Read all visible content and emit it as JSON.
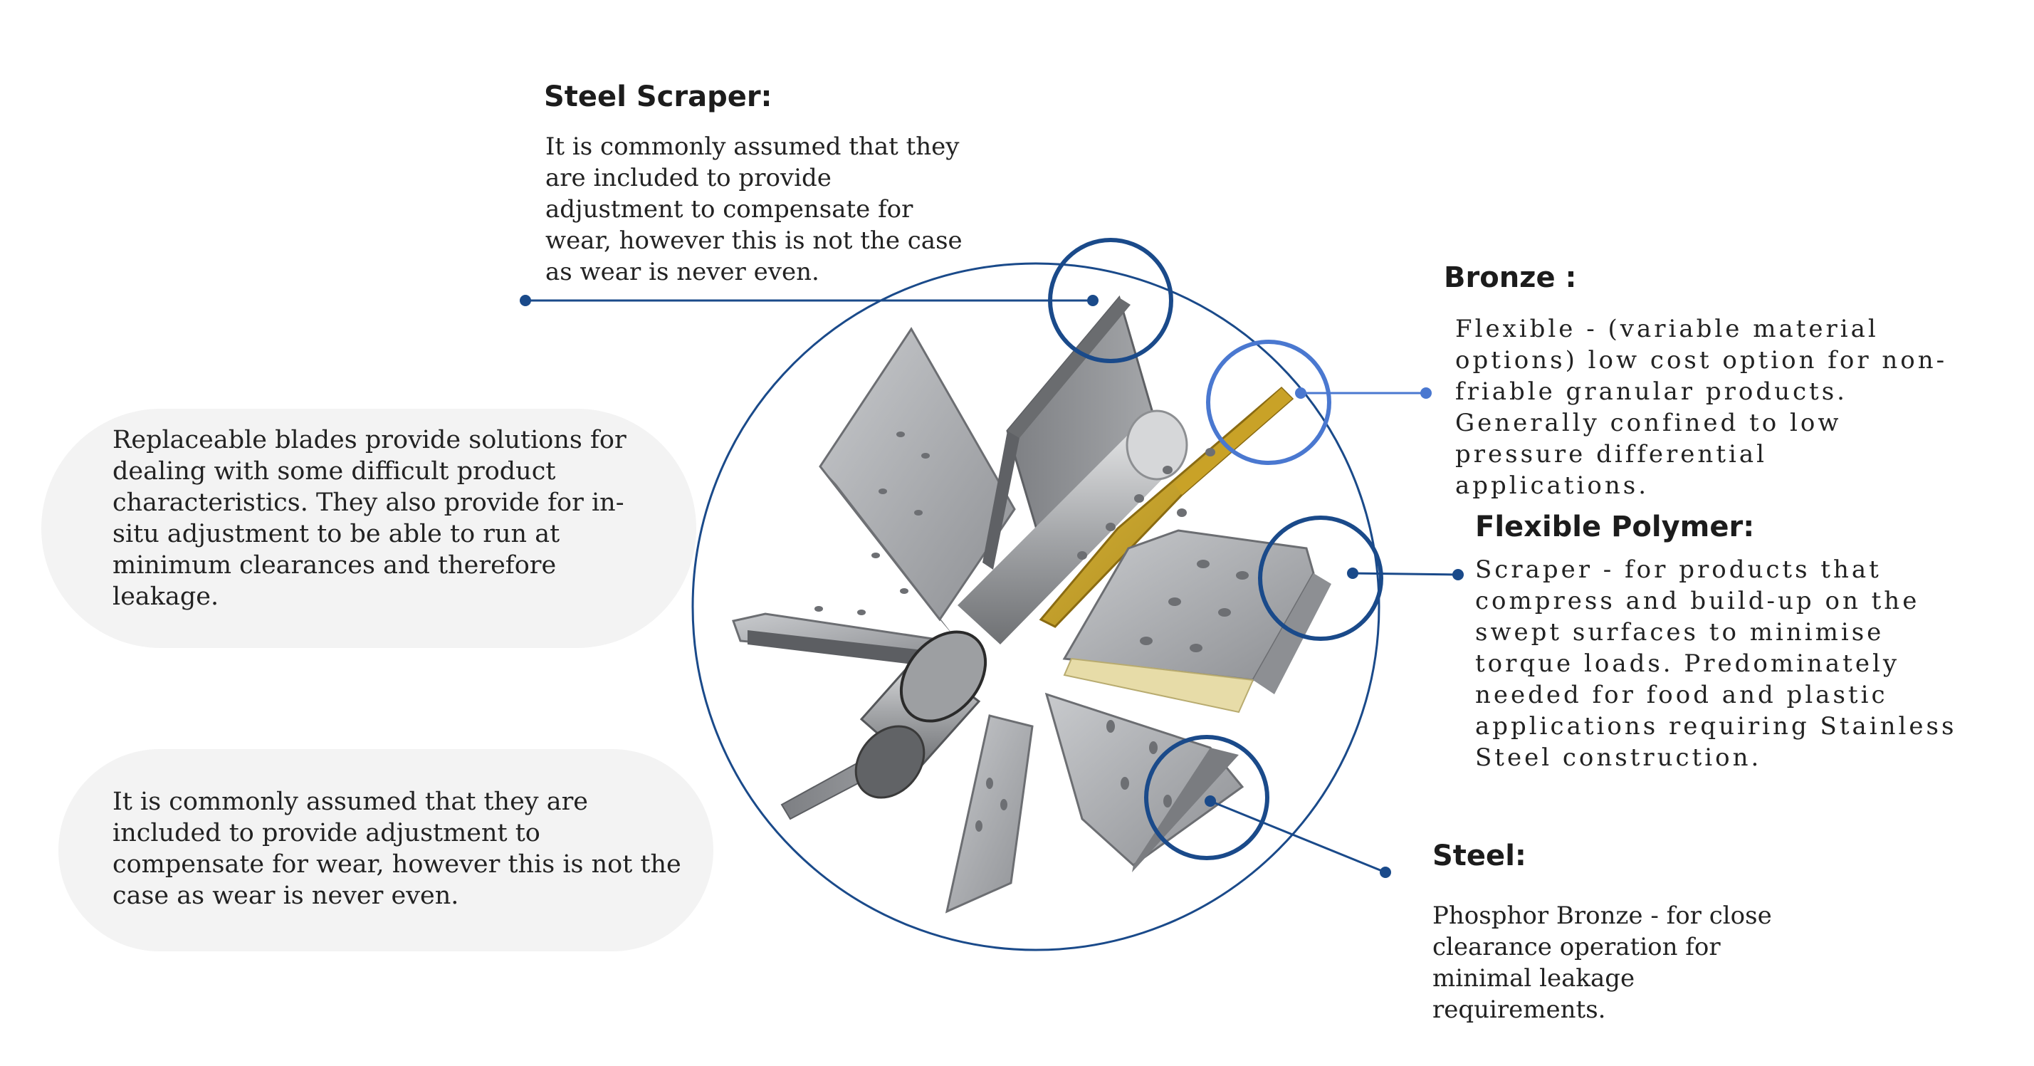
{
  "callouts": {
    "steel_scraper": {
      "heading": "Steel Scraper:",
      "text": "It is commonly assumed that they\nare included to provide\nadjustment to compensate for\nwear, however this is not  the case\nas wear is never even."
    },
    "bronze": {
      "heading": "Bronze :",
      "text": "Flexible - (variable material\noptions) low cost option for non-\nfriable granular products.\nGenerally confined to low\npressure differential applications."
    },
    "flexible_polymer": {
      "heading": "Flexible Polymer:",
      "text": "Scraper - for products that\ncompress and build-up on the\nswept surfaces to minimise\ntorque loads. Predominately\nneeded for food and plastic\napplications requiring Stainless\nSteel construction."
    },
    "steel": {
      "heading": "Steel:",
      "text": "Phosphor Bronze - for close\nclearance operation for\nminimal leakage\nrequirements."
    }
  },
  "notes": {
    "replaceable_blades": "Replaceable blades provide solutions for\ndealing with some difficult product\ncharacteristics. They also provide for in-\nsitu adjustment to be able to run at\nminimum clearances and therefore\nleakage.",
    "adjustment": "It is commonly assumed that they are\nincluded to provide adjustment to\ncompensate for wear, however this is not the\ncase as wear is never even."
  },
  "colors": {
    "ring": "#1a4a8a",
    "bronze_ring": "#4a78d0",
    "blade": "#a9abae",
    "bronze_blade": "#c9a227",
    "polymer_strip": "#e7dca8"
  }
}
